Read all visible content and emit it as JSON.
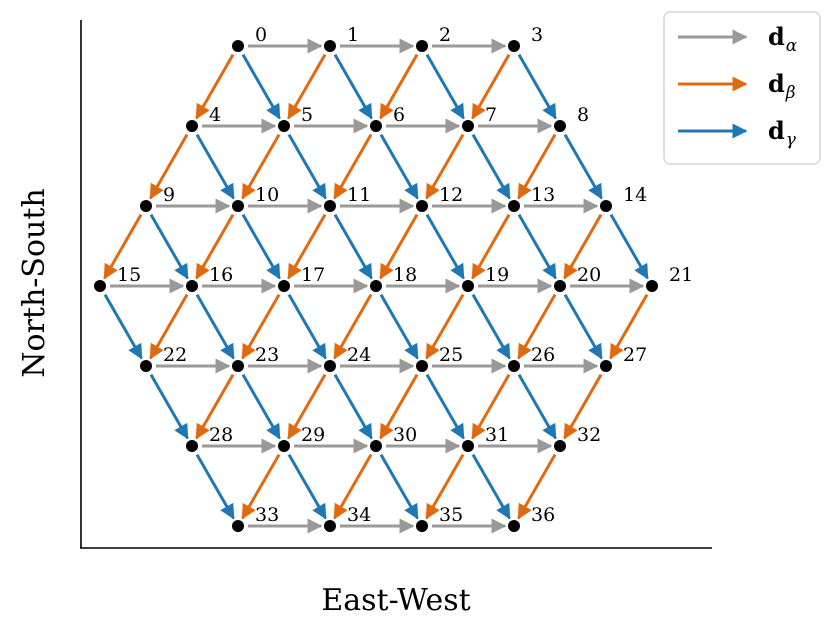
{
  "axes": {
    "xlabel": "East-West",
    "ylabel": "North-South"
  },
  "directions": [
    {
      "key": "alpha",
      "label": "d",
      "subscript": "α",
      "color": "#999999"
    },
    {
      "key": "beta",
      "label": "d",
      "subscript": "β",
      "color": "#e06a10"
    },
    {
      "key": "gamma",
      "label": "d",
      "subscript": "γ",
      "color": "#1f78b4"
    }
  ],
  "lattice": {
    "rows": [
      {
        "ids": [
          0,
          1,
          2,
          3
        ],
        "offset": 0
      },
      {
        "ids": [
          4,
          5,
          6,
          7,
          8
        ],
        "offset": -1
      },
      {
        "ids": [
          9,
          10,
          11,
          12,
          13,
          14
        ],
        "offset": -2
      },
      {
        "ids": [
          15,
          16,
          17,
          18,
          19,
          20,
          21
        ],
        "offset": -3
      },
      {
        "ids": [
          22,
          23,
          24,
          25,
          26,
          27
        ],
        "offset": -2
      },
      {
        "ids": [
          28,
          29,
          30,
          31,
          32
        ],
        "offset": -1
      },
      {
        "ids": [
          33,
          34,
          35,
          36
        ],
        "offset": 0
      }
    ],
    "node_color": "#000000"
  }
}
